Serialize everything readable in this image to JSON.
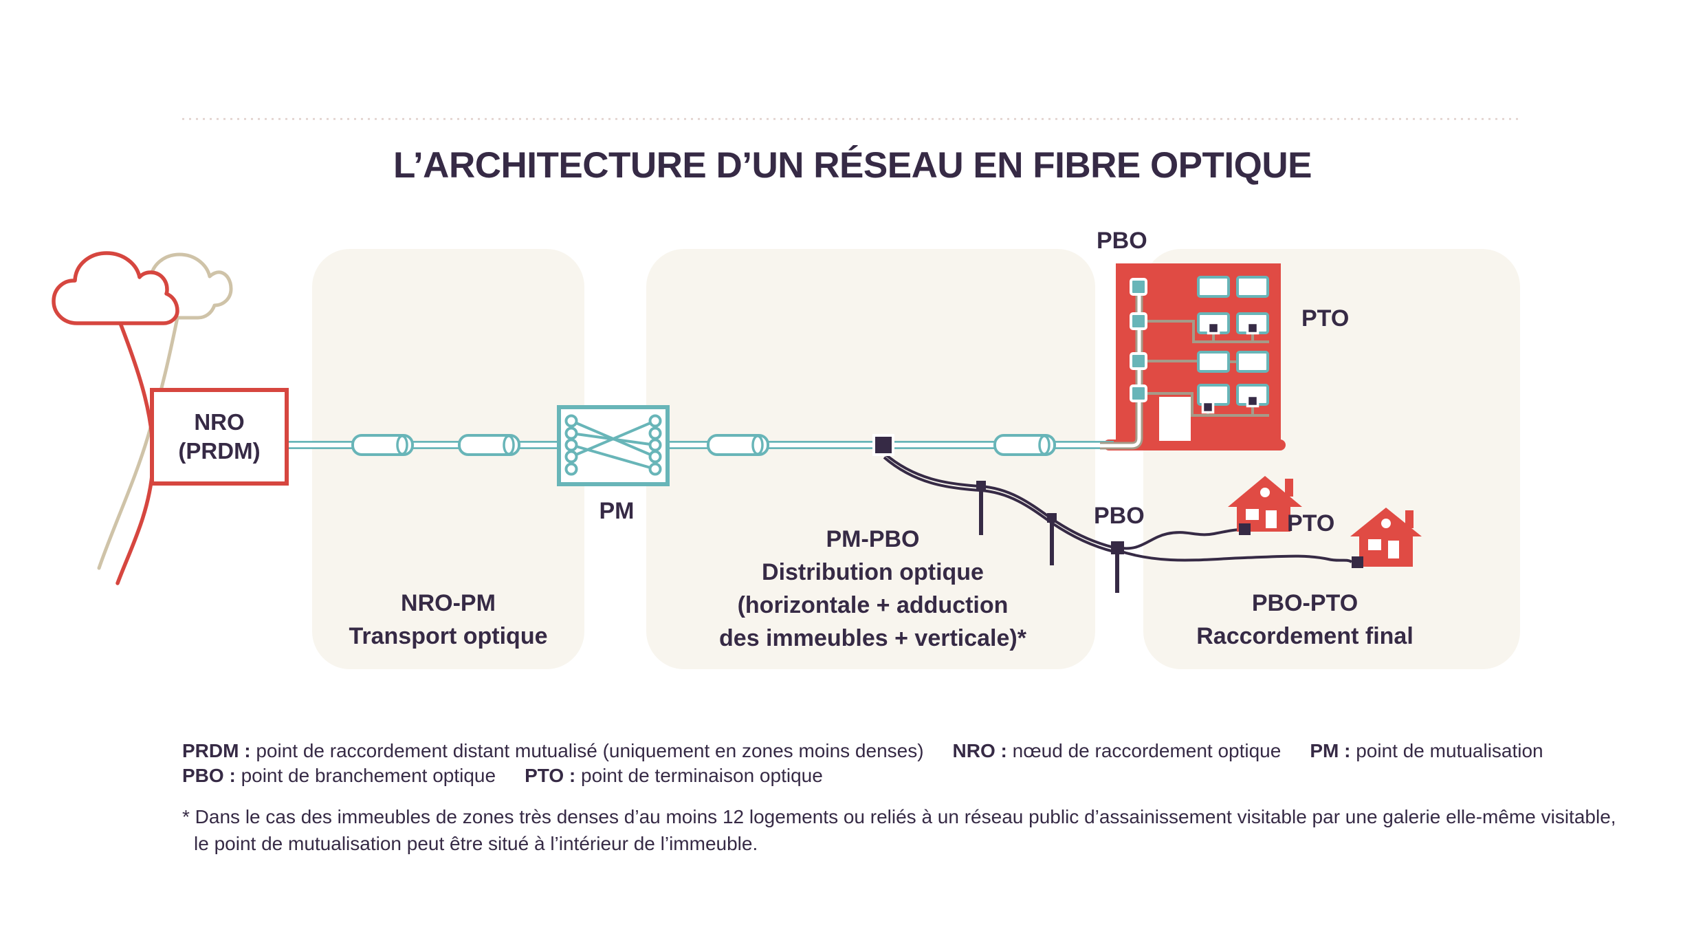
{
  "title": "L’ARCHITECTURE D’UN RÉSEAU EN FIBRE OPTIQUE",
  "nodes": {
    "nro_line1": "NRO",
    "nro_line2": "(PRDM)",
    "pm": "PM",
    "pbo_building": "PBO",
    "pto_building": "PTO",
    "pbo_pole": "PBO",
    "pto_houses": "PTO"
  },
  "sections": [
    {
      "id": "nro-pm",
      "title": "NRO-PM",
      "subtitle": "Transport optique"
    },
    {
      "id": "pm-pbo",
      "title": "PM-PBO",
      "subtitle": "Distribution optique",
      "detail1": "(horizontale + adduction",
      "detail2": "des immeubles + verticale)*"
    },
    {
      "id": "pbo-pto",
      "title": "PBO-PTO",
      "subtitle": "Raccordement final"
    }
  ],
  "legend": {
    "row1": [
      {
        "term": "PRDM :",
        "definition": "point de raccordement distant mutualisé (uniquement en zones moins denses)"
      },
      {
        "term": "NRO :",
        "definition": "nœud de raccordement optique"
      },
      {
        "term": "PM :",
        "definition": "point de mutualisation"
      }
    ],
    "row2": [
      {
        "term": "PBO :",
        "definition": "point de branchement optique"
      },
      {
        "term": "PTO :",
        "definition": "point de terminaison optique"
      }
    ]
  },
  "footnote": {
    "line1": "* Dans le cas des immeubles de zones très denses d’au moins 12 logements ou reliés à un réseau public d’assainissement visitable par une galerie elle-même visitable,",
    "line2": "le point de mutualisation peut être situé à l’intérieur de l’immeuble."
  },
  "colors": {
    "red": "#d6463f",
    "building_red": "#e04b44",
    "teal": "#68b5b8",
    "dark_purple": "#362a45",
    "panel_cream": "#f8f5ee",
    "beige": "#cfc3a8",
    "conduit_gray": "#a59b89"
  }
}
